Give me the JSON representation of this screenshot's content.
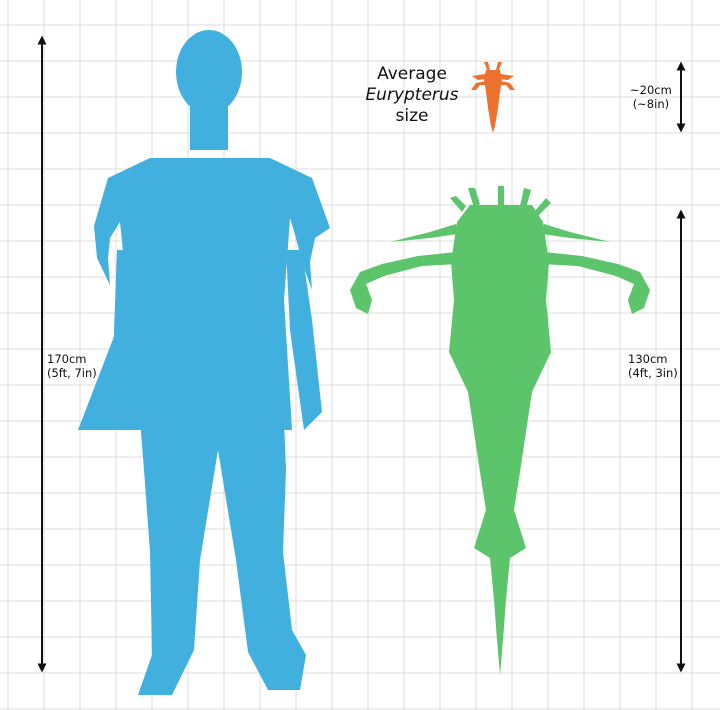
{
  "title": {
    "line1": "Average",
    "line2": "Eurypterus",
    "line3": "size"
  },
  "measurements": {
    "human": {
      "metric": "170cm",
      "imperial": "(5ft, 7in)"
    },
    "giant": {
      "metric": "130cm",
      "imperial": "(4ft, 3in)"
    },
    "average": {
      "metric": "~20cm",
      "imperial": "(~8in)"
    }
  },
  "colors": {
    "human": "#42b0df",
    "giant_eurypterid": "#5cc46a",
    "average_eurypterus": "#ec7230",
    "grid": "#dcdcdc",
    "arrows": "#111111"
  }
}
